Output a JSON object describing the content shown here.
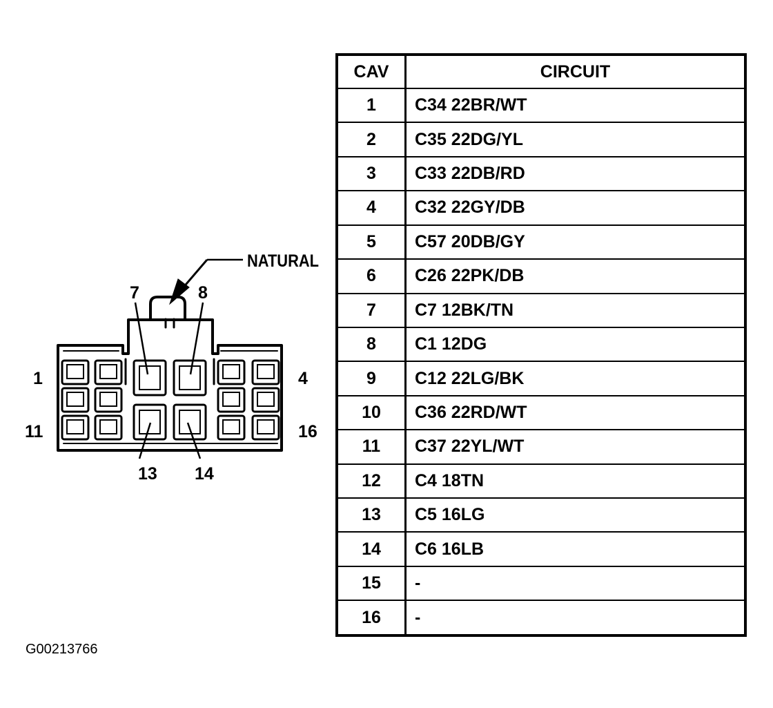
{
  "diagram": {
    "callout_label": "NATURAL",
    "cavity_labels": {
      "top_left": "7",
      "top_right": "8",
      "row1_left": "1",
      "row1_right": "4",
      "row3_left": "11",
      "row3_right": "16",
      "bottom_left": "13",
      "bottom_right": "14"
    }
  },
  "table": {
    "headers": {
      "cav": "CAV",
      "circuit": "CIRCUIT"
    },
    "rows": [
      {
        "cav": "1",
        "circuit": "C34 22BR/WT"
      },
      {
        "cav": "2",
        "circuit": "C35 22DG/YL"
      },
      {
        "cav": "3",
        "circuit": "C33 22DB/RD"
      },
      {
        "cav": "4",
        "circuit": "C32 22GY/DB"
      },
      {
        "cav": "5",
        "circuit": "C57 20DB/GY"
      },
      {
        "cav": "6",
        "circuit": "C26 22PK/DB"
      },
      {
        "cav": "7",
        "circuit": "C7 12BK/TN"
      },
      {
        "cav": "8",
        "circuit": "C1 12DG"
      },
      {
        "cav": "9",
        "circuit": "C12 22LG/BK"
      },
      {
        "cav": "10",
        "circuit": "C36 22RD/WT"
      },
      {
        "cav": "11",
        "circuit": "C37 22YL/WT"
      },
      {
        "cav": "12",
        "circuit": "C4 18TN"
      },
      {
        "cav": "13",
        "circuit": "C5 16LG"
      },
      {
        "cav": "14",
        "circuit": "C6 16LB"
      },
      {
        "cav": "15",
        "circuit": "-"
      },
      {
        "cav": "16",
        "circuit": "-"
      }
    ]
  },
  "figure_id": "G00213766"
}
